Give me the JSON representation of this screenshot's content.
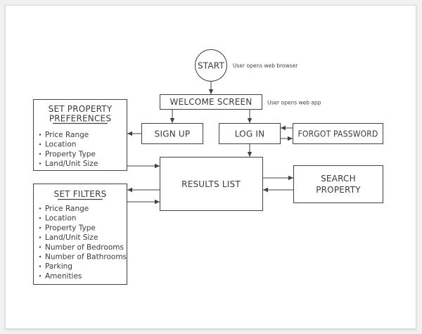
{
  "nodes": {
    "start": "START",
    "welcome": "WELCOME SCREEN",
    "signup": "SIGN UP",
    "login": "LOG IN",
    "forgot": "FORGOT PASSWORD",
    "results": "RESULTS LIST",
    "search_line1": "SEARCH",
    "search_line2": "PROPERTY"
  },
  "notes": {
    "start": "User opens web browser",
    "welcome": "User opens web app"
  },
  "preferences": {
    "title_line1": "SET PROPERTY",
    "title_line2": "PREFERENCES",
    "items": [
      "Price Range",
      "Location",
      "Property Type",
      "Land/Unit Size"
    ]
  },
  "filters": {
    "title": "SET FILTERS",
    "items": [
      "Price Range",
      "Location",
      "Property Type",
      "Land/Unit Size",
      "Number of Bedrooms",
      "Number of Bathrooms",
      "Parking",
      "Amenities"
    ]
  },
  "colors": {
    "stroke": "#3d4349",
    "background": "#f1f1f1",
    "card": "#ffffff"
  }
}
